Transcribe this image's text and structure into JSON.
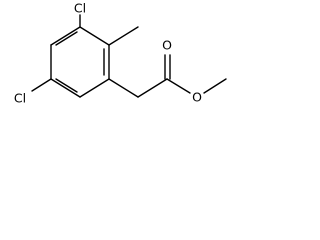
{
  "molecule": {
    "atoms": {
      "cl_top": "Cl",
      "cl_bottom": "Cl",
      "o_carbonyl": "O",
      "o_ester": "O"
    }
  }
}
